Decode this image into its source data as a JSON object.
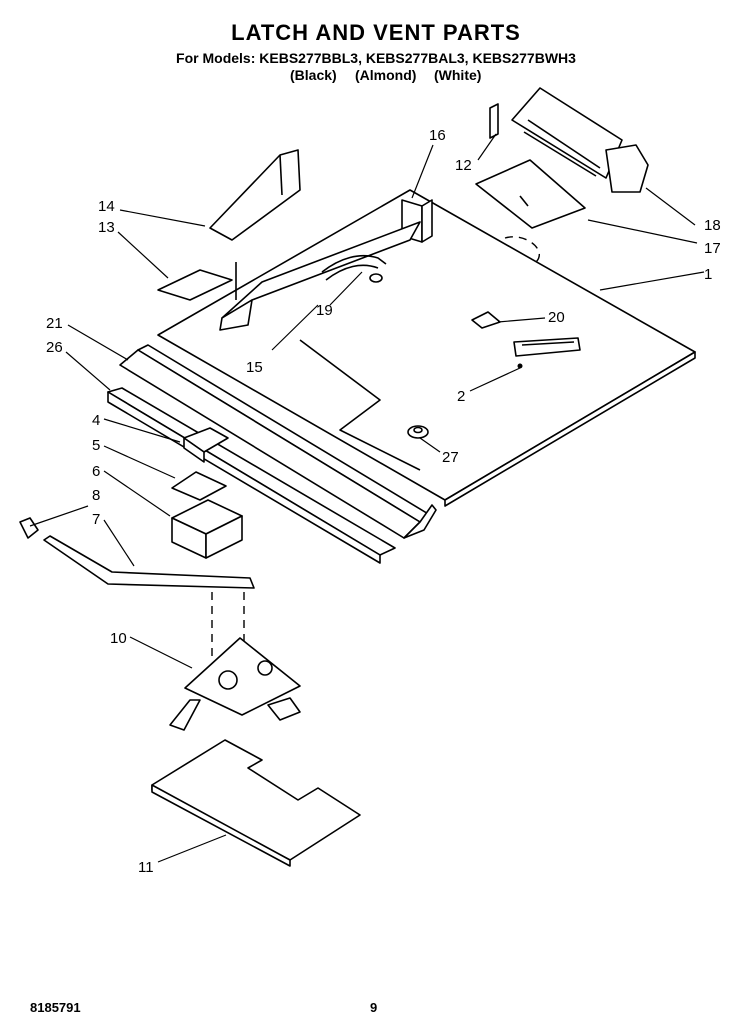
{
  "header": {
    "title": "LATCH AND VENT PARTS",
    "models": "For Models: KEBS277BBL3, KEBS277BAL3, KEBS277BWH3",
    "colors": [
      "(Black)",
      "(Almond)",
      "(White)"
    ]
  },
  "callouts": {
    "c1": "1",
    "c2": "2",
    "c4": "4",
    "c5": "5",
    "c6": "6",
    "c7": "7",
    "c8": "8",
    "c10": "10",
    "c11": "11",
    "c12": "12",
    "c13": "13",
    "c14": "14",
    "c15": "15",
    "c16": "16",
    "c17": "17",
    "c18": "18",
    "c19": "19",
    "c20": "20",
    "c21": "21",
    "c26": "26",
    "c27": "27"
  },
  "footer": {
    "part_number": "8185791",
    "page_number": "9"
  }
}
